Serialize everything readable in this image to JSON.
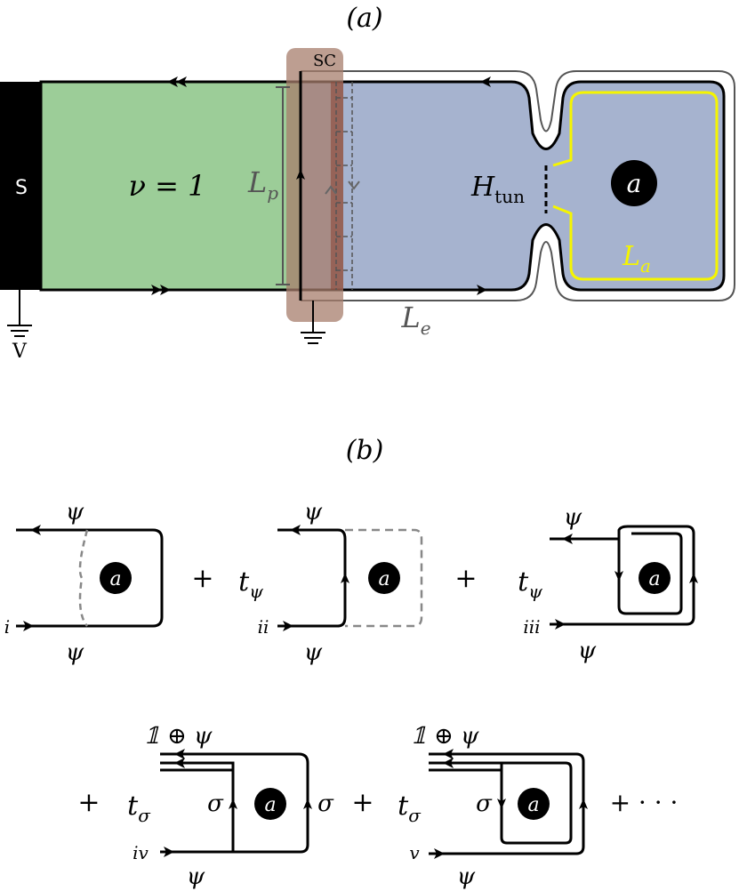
{
  "panel_a": {
    "label": "(a)",
    "contact_label": "S",
    "voltage_label": "V",
    "filling_label": "ν = 1",
    "sc_label": "SC",
    "lp_label": "L",
    "lp_sub": "p",
    "le_label": "L",
    "le_sub": "e",
    "htun_label": "H",
    "htun_sub": "tun",
    "island_label": "a",
    "la_label": "L",
    "la_sub": "a",
    "colors": {
      "contact": "#000000",
      "green_region": "#9ccd98",
      "blue_region": "#a6b3cf",
      "sc_strip": "#a77d6c",
      "loop": "#f5f500",
      "outline": "#555555"
    }
  },
  "panel_b": {
    "label": "(b)",
    "psi": "ψ",
    "t": "t",
    "t_psi_sub": "ψ",
    "t_sigma_sub": "σ",
    "sigma": "σ",
    "one_plus_psi": "𝟙 ⊕ ψ",
    "plus": "+",
    "ellipsis": "+ · · ·",
    "island": "a",
    "terms": [
      "i",
      "ii",
      "iii",
      "iv",
      "v"
    ]
  }
}
